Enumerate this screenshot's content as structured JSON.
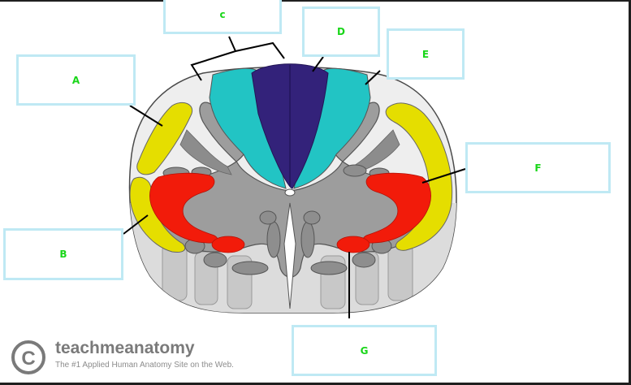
{
  "labels": {
    "a": "A",
    "b": "B",
    "c": "c",
    "d": "D",
    "e": "E",
    "f": "F",
    "g": "G"
  },
  "watermark": {
    "logo_glyph": "C",
    "title": "teachmeanatomy",
    "subtitle": "The #1 Applied Human Anatomy Site on the Web."
  },
  "colors": {
    "dorsal_column_medial": "#33227a",
    "dorsal_column_lateral": "#22c4c4",
    "lateral_tract": "#e5de00",
    "motor_area": "#f21b0a",
    "grey_matter": "#9b9b9b",
    "white_matter": "#d9d9d9",
    "label_border": "#bfe9f4",
    "label_text": "#19d619"
  }
}
